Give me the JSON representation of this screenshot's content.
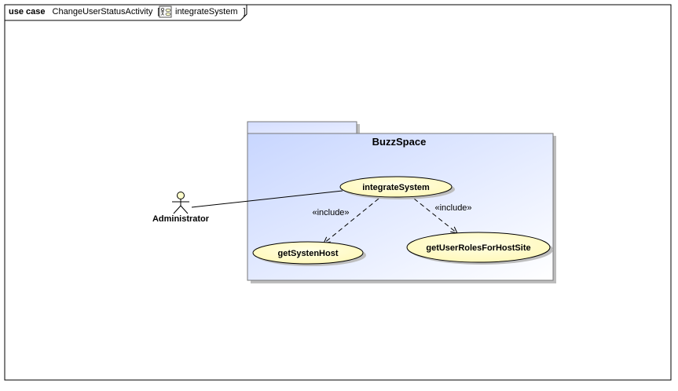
{
  "frame": {
    "kind": "use case",
    "name": "ChangeUserStatusActivity",
    "open_bracket": "[",
    "diagram_ref": "integrateSystem",
    "close_bracket": "]",
    "ref_icon": "use-case-diagram-icon"
  },
  "package": {
    "title": "BuzzSpace"
  },
  "actor": {
    "name": "Administrator",
    "icon": "stick-figure-actor-icon"
  },
  "use_cases": {
    "integrate_system": "integrateSystem",
    "get_systen_host": "getSystenHost",
    "get_user_roles": "getUserRolesForHostSite"
  },
  "relations": {
    "include_left": "«include»",
    "include_right": "«include»"
  },
  "colors": {
    "package_fill_start": "#ccd9ff",
    "package_fill_end": "#ffffff",
    "use_case_fill": "#ffffcc",
    "border": "#000000"
  }
}
